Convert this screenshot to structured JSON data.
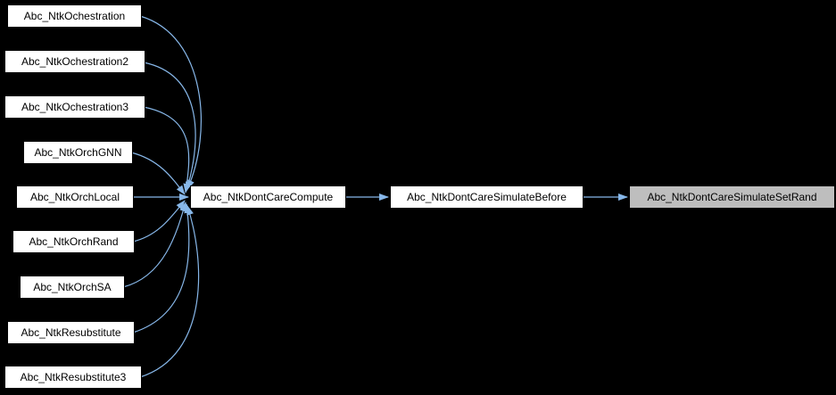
{
  "colors": {
    "background": "#000000",
    "edge": "#87b7e9",
    "node_fill": "#ffffff",
    "node_border": "#000000",
    "node_text": "#000000",
    "highlight_fill": "#bebebe"
  },
  "graph": {
    "type": "call-graph",
    "nodes": [
      {
        "label": "Abc_NtkOchestration"
      },
      {
        "label": "Abc_NtkOchestration2"
      },
      {
        "label": "Abc_NtkOchestration3"
      },
      {
        "label": "Abc_NtkOrchGNN"
      },
      {
        "label": "Abc_NtkOrchLocal"
      },
      {
        "label": "Abc_NtkOrchRand"
      },
      {
        "label": "Abc_NtkOrchSA"
      },
      {
        "label": "Abc_NtkResubstitute"
      },
      {
        "label": "Abc_NtkResubstitute3"
      },
      {
        "label": "Abc_NtkDontCareCompute"
      },
      {
        "label": "Abc_NtkDontCareSimulateBefore"
      },
      {
        "label": "Abc_NtkDontCareSimulateSetRand",
        "highlighted": true
      }
    ],
    "edges": [
      {
        "from": "Abc_NtkOchestration",
        "to": "Abc_NtkDontCareCompute"
      },
      {
        "from": "Abc_NtkOchestration2",
        "to": "Abc_NtkDontCareCompute"
      },
      {
        "from": "Abc_NtkOchestration3",
        "to": "Abc_NtkDontCareCompute"
      },
      {
        "from": "Abc_NtkOrchGNN",
        "to": "Abc_NtkDontCareCompute"
      },
      {
        "from": "Abc_NtkOrchLocal",
        "to": "Abc_NtkDontCareCompute"
      },
      {
        "from": "Abc_NtkOrchRand",
        "to": "Abc_NtkDontCareCompute"
      },
      {
        "from": "Abc_NtkOrchSA",
        "to": "Abc_NtkDontCareCompute"
      },
      {
        "from": "Abc_NtkResubstitute",
        "to": "Abc_NtkDontCareCompute"
      },
      {
        "from": "Abc_NtkResubstitute3",
        "to": "Abc_NtkDontCareCompute"
      },
      {
        "from": "Abc_NtkDontCareCompute",
        "to": "Abc_NtkDontCareSimulateBefore"
      },
      {
        "from": "Abc_NtkDontCareSimulateBefore",
        "to": "Abc_NtkDontCareSimulateSetRand"
      }
    ]
  }
}
